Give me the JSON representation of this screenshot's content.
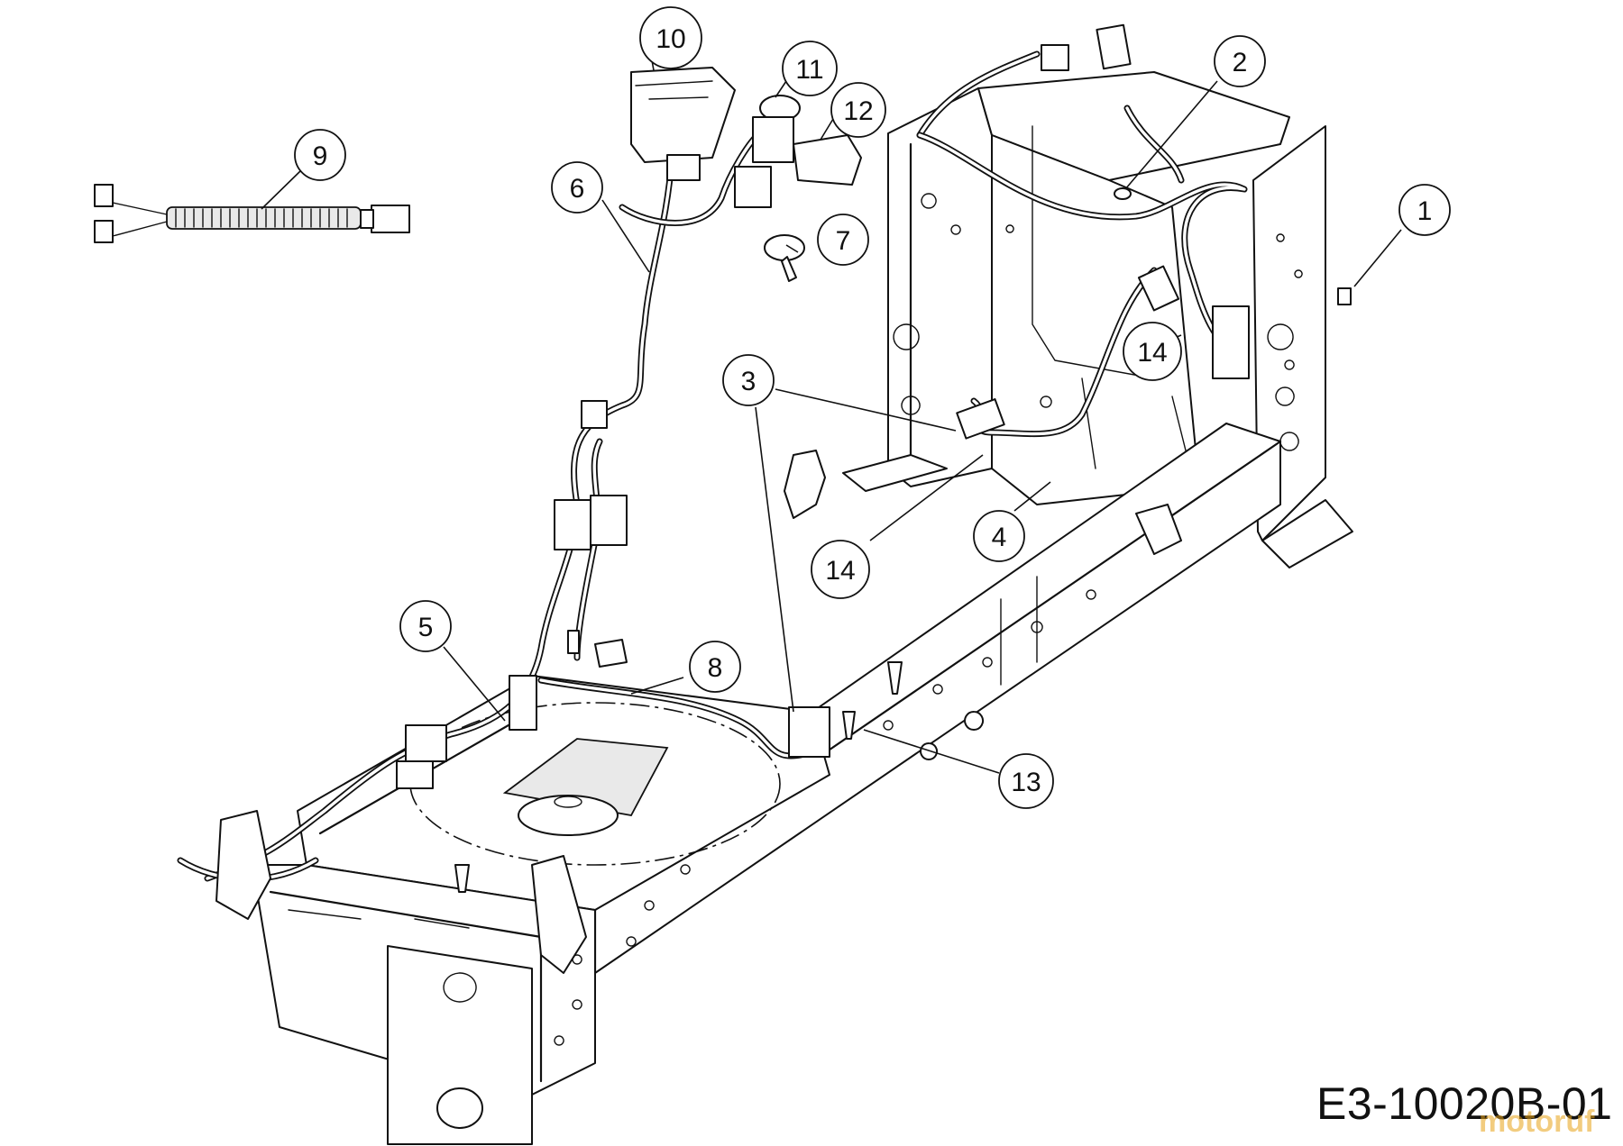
{
  "diagram": {
    "callouts": [
      "1",
      "2",
      "3",
      "4",
      "5",
      "6",
      "7",
      "8",
      "9",
      "10",
      "11",
      "12",
      "13",
      "14",
      "14"
    ],
    "drawing_number": "E3-10020B-01",
    "watermark": "motoruf"
  },
  "colors": {
    "line": "#111111",
    "background": "#ffffff",
    "watermark": "#e8a317"
  }
}
